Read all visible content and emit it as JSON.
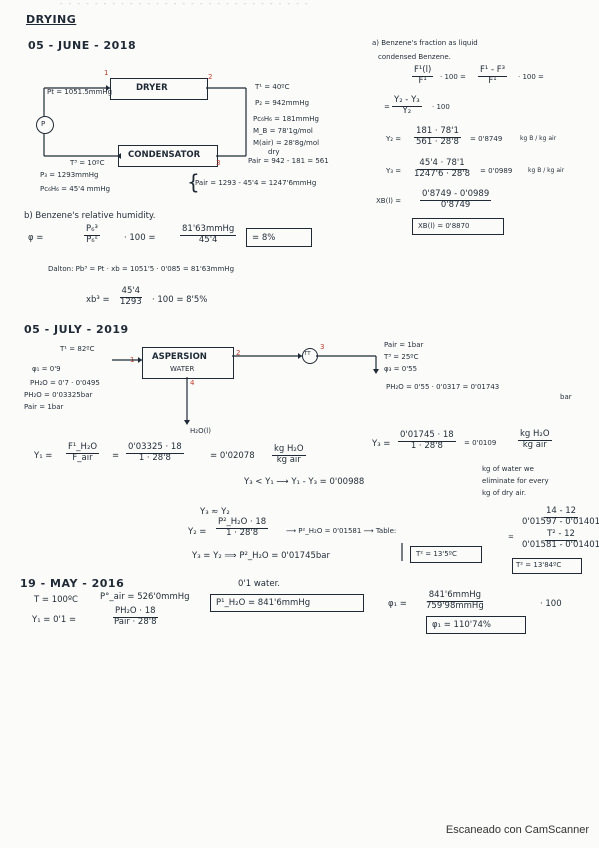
{
  "title": "DRYING",
  "sec1": {
    "date": "05 - JUNE - 2018",
    "dryer": "DRYER",
    "condenser": "CONDENSATOR",
    "pump": "P",
    "pt_label": "Pt = 1051.5mmHg",
    "s1": "1",
    "s2": "2",
    "s3": "3",
    "t1": "T¹ = 40ºC",
    "p2": "P₂ = 942mmHg",
    "pcb": "Pc₆H₆ = 181mmHg",
    "mb": "M_B = 78'1g/mol",
    "mair": "M(air) = 28'8g/mol",
    "dry": "dry",
    "t3": "T³ = 10ºC",
    "p3": "P₃ = 1293mmHg",
    "pcb3": "Pc₆H₆ = 45'4 mmHg",
    "pair2": "Pair = 942 - 181 = 561",
    "pair3": "Pair = 1293 - 45'4 = 1247'6mmHg",
    "a_title": "a) Benzene's fraction as liquid",
    "a_title2": "condensed Benzene.",
    "a_f1_num": "F¹(l)",
    "a_f1_den": "F¹",
    "a_eq1": "· 100 =",
    "a_f2_num": "F¹ - F³",
    "a_f2_den": "F¹",
    "a_eq2": "· 100 =",
    "a_f3_num": "Y₂ - Y₃",
    "a_f3_den": "Y₂",
    "a_eq3": "· 100",
    "y2_lhs": "Y₂ =",
    "y2_num": "181 · 78'1",
    "y2_den": "561 · 28'8",
    "y2_res": "= 0'8749",
    "y2_unit": "kg B / kg air",
    "y3_lhs": "Y₃ =",
    "y3_num": "45'4 · 78'1",
    "y3_den": "1247'6 · 28'8",
    "y3_res": "= 0'0989",
    "y3_unit": "kg B / kg air",
    "xb_lhs": "XB(l) =",
    "xb_num": "0'8749 - 0'0989",
    "xb_den": "0'8749",
    "xb_res": "XB(l) = 0'8870",
    "b_title": "b) Benzene's relative humidity.",
    "phi_lhs": "φ =",
    "phi_num": "P₆³",
    "phi_den": "P₆ˢ",
    "phi_mid": "· 100 =",
    "phi_num2": "81'63mmHg",
    "phi_den2": "45'4",
    "phi_res": "= 8%",
    "dalton": "Dalton: Pb³ = Pt · xb = 1051'5 · 0'085 = 81'63mmHg",
    "xb3_lhs": "xb³ =",
    "xb3_num": "45'4",
    "xb3_den": "1293",
    "xb3_res": "· 100 = 8'5%"
  },
  "sec2": {
    "date": "05 - JULY - 2019",
    "aspersion": "ASPERSION",
    "water": "WATER",
    "tt": "TT",
    "t1": "T¹ = 82ºC",
    "phi1": "φ₁ = 0'9",
    "ph2o1": "PH₂O = 0'7 · 0'0495",
    "ph2o1b": "PH₂O = 0'03325bar",
    "pair1": "Pair = 1bar",
    "s1": "1",
    "s2": "2",
    "s3": "3",
    "s4": "4",
    "h2o": "H₂O(l)",
    "pair3": "Pair = 1bar",
    "t3": "T³ = 25ºC",
    "phi3": "φ₃ = 0'55",
    "ph2o3": "PH₂O = 0'55 · 0'0317 = 0'01743",
    "bar": "bar",
    "y1_lhs": "Y₁ =",
    "y1_f_num": "F¹_H₂O",
    "y1_f_den": "F_air",
    "y1_eq": "=",
    "y1_num": "0'03325 · 18",
    "y1_den": "1 · 28'8",
    "y1_res": "= 0'02078",
    "y1_unit_num": "kg H₂O",
    "y1_unit_den": "kg air",
    "y3_lhs": "Y₃ =",
    "y3_num": "0'01745 · 18",
    "y3_den": "1 · 28'8",
    "y3_res": "= 0'0109",
    "y3_unit_num": "kg H₂O",
    "y3_unit_den": "kg air",
    "compare": "Y₃ < Y₁  ⟶  Y₁ - Y₃ = 0'00988",
    "compare_r1": "kg of water we",
    "compare_r2": "eliminate for every",
    "compare_r3": "kg of dry air.",
    "approx": "Y₃ ≈ Y₂",
    "y2_lhs": "Y₂ =",
    "y2_num": "P²_H₂O · 18",
    "y2_den": "1 · 28'8",
    "y2_arrow": "⟶  P²_H₂O = 0'01581  ⟶  Table:",
    "tbl_num": "14 - 12",
    "tbl_den": "0'01597 - 0'01401",
    "tbl_eq": "=",
    "tbl_num2": "T² - 12",
    "tbl_den2": "0'01581 - 0'01401",
    "y3y2": "Y₃ = Y₂ ⟹ P²_H₂O = 0'01745bar",
    "t2_box": "T² = 13'5ºC",
    "t2_box2": "T² = 13'84ºC"
  },
  "sec3": {
    "date": "19 - MAY - 2016",
    "t": "T = 100ºC",
    "psat": "P°_air = 526'0mmHg",
    "water": "0'1 water.",
    "y1_lhs": "Y₁ = 0'1 =",
    "y1_num": "PH₂O · 18",
    "y1_den": "Pair · 28'8",
    "ph2o_box": "P¹_H₂O = 841'6mmHg",
    "phi_lhs": "φ₁ =",
    "phi_num": "841'6mmHg",
    "phi_den": "759'98mmHg",
    "phi_mid": "· 100",
    "phi_res": "φ₁ = 110'74%"
  },
  "footer": "Escaneado con CamScanner"
}
